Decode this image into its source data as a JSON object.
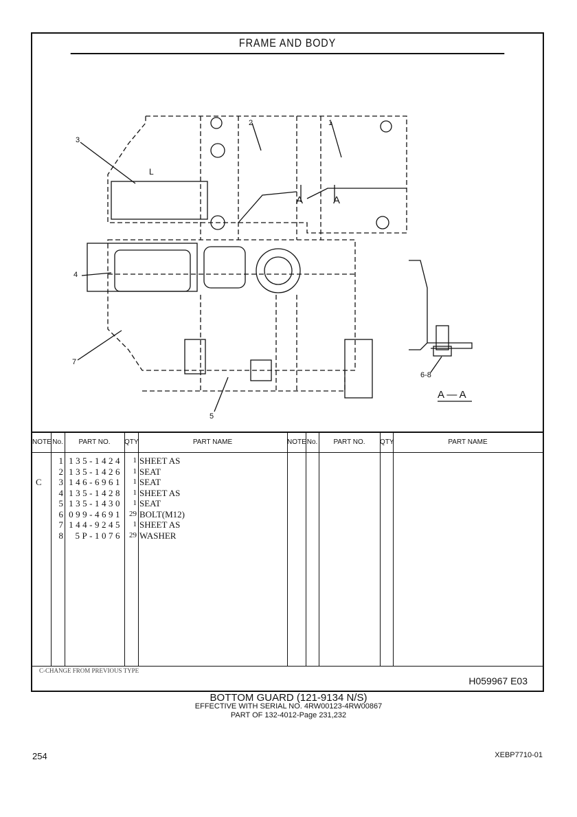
{
  "title": "FRAME AND BODY",
  "drawing": {
    "callouts": [
      "1",
      "2",
      "3",
      "4",
      "5",
      "6-8",
      "7"
    ],
    "section_marks": [
      "A",
      "A"
    ],
    "section_label": "A — A",
    "mark_l": "L"
  },
  "table": {
    "headers": {
      "note": "NOTE",
      "no": "No.",
      "part_no": "PART NO.",
      "qty": "QTY",
      "part_name": "PART NAME"
    },
    "rows": [
      {
        "note": "",
        "no": "1",
        "part_no": "135-1424",
        "qty": "1",
        "name": "SHEET AS"
      },
      {
        "note": "",
        "no": "2",
        "part_no": "135-1426",
        "qty": "1",
        "name": "SEAT"
      },
      {
        "note": "C",
        "no": "3",
        "part_no": "146-6961",
        "qty": "1",
        "name": "SEAT"
      },
      {
        "note": "",
        "no": "4",
        "part_no": "135-1428",
        "qty": "1",
        "name": "SHEET AS"
      },
      {
        "note": "",
        "no": "5",
        "part_no": "135-1430",
        "qty": "1",
        "name": "SEAT"
      },
      {
        "note": "",
        "no": "6",
        "part_no": "099-4691",
        "qty": "29",
        "name": "BOLT(M12)"
      },
      {
        "note": "",
        "no": "7",
        "part_no": "144-9245",
        "qty": "1",
        "name": "SHEET AS"
      },
      {
        "note": "",
        "no": "8",
        "part_no": "5P-1076",
        "qty": "29",
        "name": "WASHER"
      }
    ],
    "footnote": "C-CHANGE FROM PREVIOUS TYPE",
    "illustration_no": "H059967  E03"
  },
  "caption": {
    "title": "BOTTOM GUARD (121-9134 N/S)",
    "serial": "EFFECTIVE WITH SERIAL NO. 4RW00123-4RW00867",
    "part_of": "PART OF 132-4012-Page 231,232"
  },
  "page_number": "254",
  "doc_code": "XEBP7710-01"
}
